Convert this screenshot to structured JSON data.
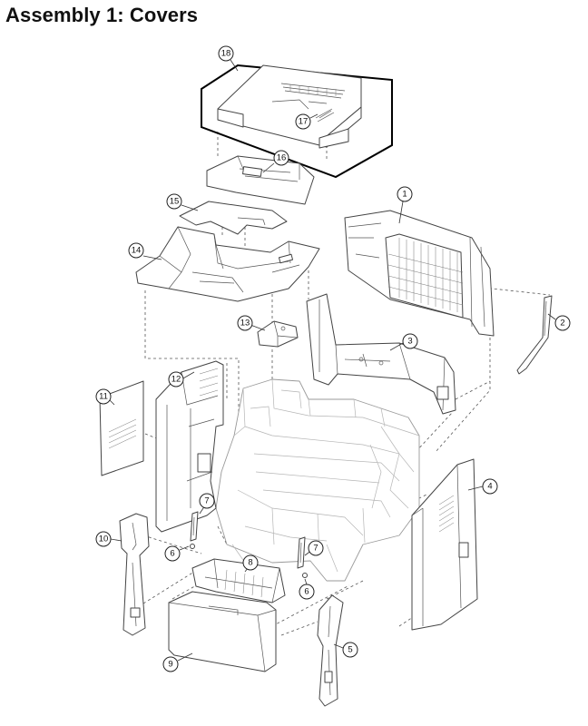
{
  "title": "Assembly 1: Covers",
  "callouts": {
    "c1": "1",
    "c2": "2",
    "c3": "3",
    "c4": "4",
    "c5": "5",
    "c6a": "6",
    "c6b": "6",
    "c7a": "7",
    "c7b": "7",
    "c8": "8",
    "c9": "9",
    "c10": "10",
    "c11": "11",
    "c12": "12",
    "c13": "13",
    "c14": "14",
    "c15": "15",
    "c16": "16",
    "c17": "17",
    "c18": "18"
  }
}
